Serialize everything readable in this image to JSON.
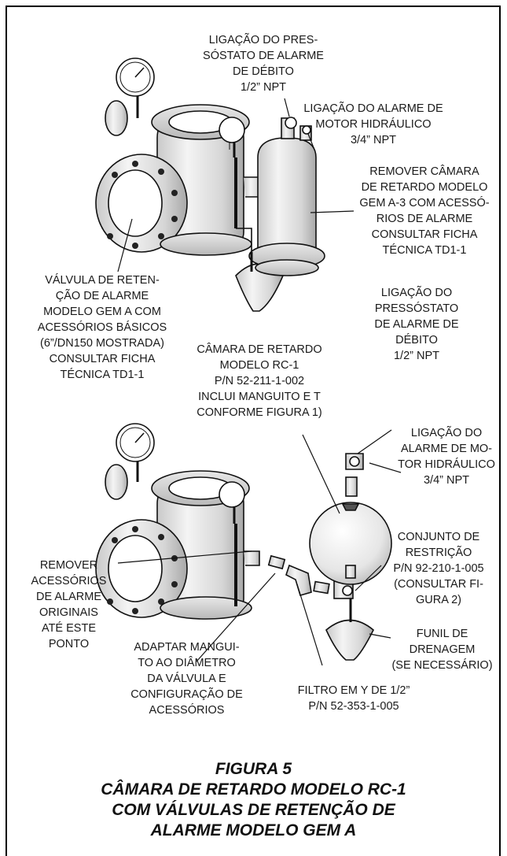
{
  "labels": {
    "flow_switch_top": [
      "LIGAÇÃO DO PRES-",
      "SÓSTATO DE ALARME",
      "DE DÉBITO",
      "1/2” NPT"
    ],
    "water_motor_top": [
      "LIGAÇÃO DO ALARME DE",
      "MOTOR HIDRÁULICO",
      "3/4” NPT"
    ],
    "remove_chamber": [
      "REMOVER CÂMARA",
      "DE RETARDO MODELO",
      "GEM A-3 COM ACESSÓ-",
      "RIOS DE ALARME",
      "CONSULTAR FICHA",
      "TÉCNICA TD1-1"
    ],
    "check_valve": [
      "VÁLVULA DE RETEN-",
      "ÇÃO DE ALARME",
      "MODELO GEM A COM",
      "ACESSÓRIOS BÁSICOS",
      "(6”/DN150 MOSTRADA)",
      "CONSULTAR FICHA",
      "TÉCNICA TD1-1"
    ],
    "flow_switch_bottom": [
      "LIGAÇÃO DO",
      "PRESSÓSTATO",
      "DE ALARME DE",
      "DÉBITO",
      "1/2” NPT"
    ],
    "rc1_chamber": [
      "CÂMARA DE RETARDO",
      "MODELO RC-1",
      "P/N 52-211-1-002",
      "INCLUI MANGUITO E T",
      "CONFORME FIGURA 1)"
    ],
    "water_motor_bottom": [
      "LIGAÇÃO DO",
      "ALARME DE MO-",
      "TOR HIDRÁULICO",
      "3/4” NPT"
    ],
    "restriction": [
      "CONJUNTO DE",
      "RESTRIÇÃO",
      "P/N 92-210-1-005",
      "(CONSULTAR FI-",
      "GURA 2)"
    ],
    "remove_trim": [
      "REMOVER",
      "ACESSÓRIOS",
      "DE ALARME",
      "ORIGINAIS",
      "ATÉ ESTE",
      "PONTO"
    ],
    "adapt_nipple": [
      "ADAPTAR MANGUI-",
      "TO AO DIÂMETRO",
      "DA VÁLVULA E",
      "CONFIGURAÇÃO DE",
      "ACESSÓRIOS"
    ],
    "drain_funnel": [
      "FUNIL DE",
      "DRENAGEM",
      "(SE NECESSÁRIO)"
    ],
    "y_strainer": [
      "FILTRO EM Y DE 1/2”",
      "P/N 52-353-1-005"
    ]
  },
  "caption": {
    "figure": "FIGURA 5",
    "line1": "CÂMARA DE RETARDO MODELO RC-1",
    "line2": "COM VÁLVULAS DE RETENÇÃO DE",
    "line3": "ALARME MODELO GEM A"
  }
}
